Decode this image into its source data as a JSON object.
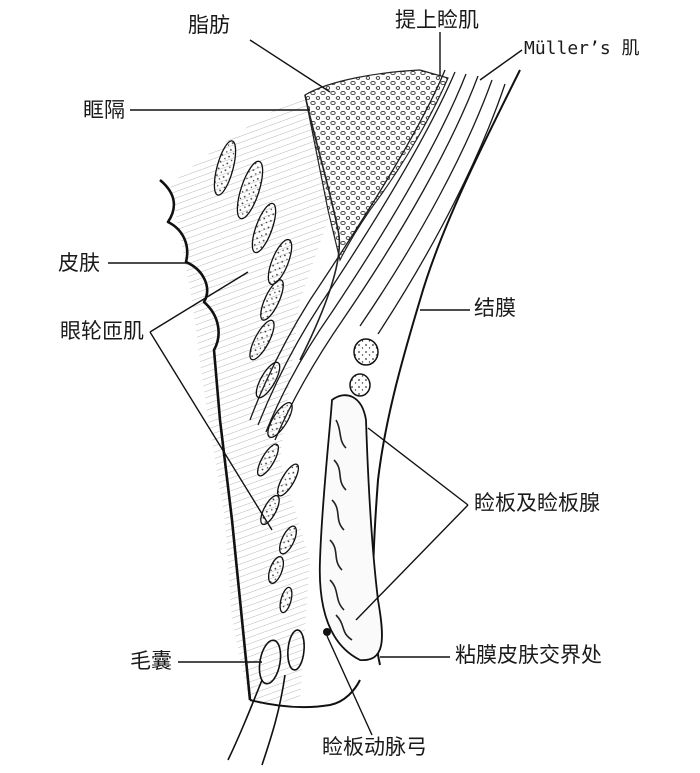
{
  "labels": {
    "fat": "脂肪",
    "levator": "提上睑肌",
    "muller": "Müller’s 肌",
    "septum": "眶隔",
    "skin": "皮肤",
    "orbicularis": "眼轮匝肌",
    "conjunctiva": "结膜",
    "tarsus": "睑板及睑板腺",
    "junction": "粘膜皮肤交界处",
    "follicle": "毛囊",
    "arcade": "睑板动脉弓"
  },
  "colors": {
    "ink": "#1a1a1a",
    "background": "#ffffff"
  }
}
